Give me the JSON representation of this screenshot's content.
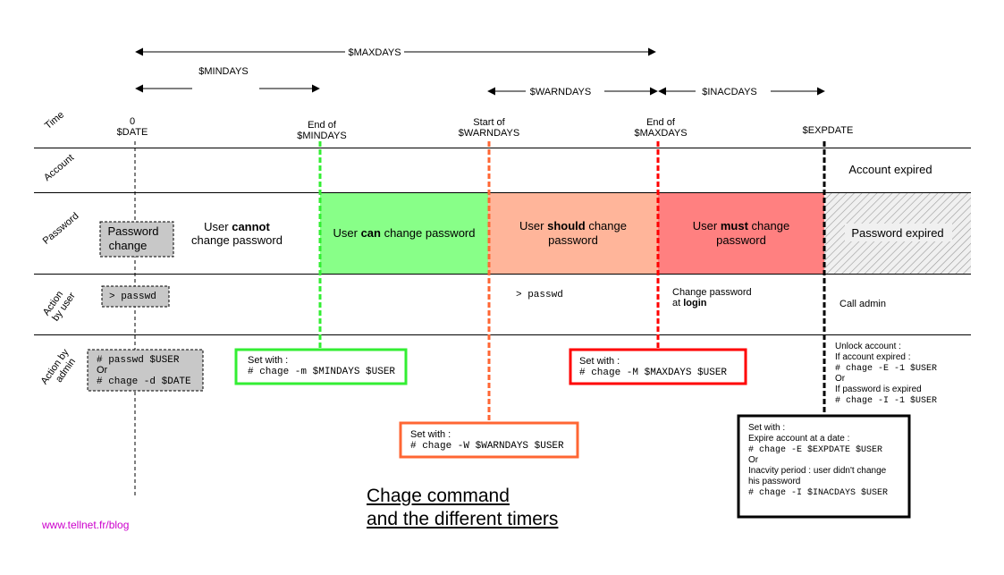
{
  "spans": {
    "maxdays": "$MAXDAYS",
    "mindays": "$MINDAYS",
    "warndays": "$WARNDAYS",
    "inacdays": "$INACDAYS"
  },
  "rows": {
    "time": "Time",
    "account": "Account",
    "password": "Password",
    "action_user": [
      "Action",
      "by user"
    ],
    "action_admin": [
      "Action by",
      "admin"
    ]
  },
  "markers": {
    "date": [
      "0",
      "$DATE"
    ],
    "end_mindays": [
      "End of",
      "$MINDAYS"
    ],
    "start_warndays": [
      "Start of",
      "$WARNDAYS"
    ],
    "end_maxdays": [
      "End of",
      "$MAXDAYS"
    ],
    "expdate": "$EXPDATE"
  },
  "account_expired": "Account expired",
  "password_row": {
    "change_box": [
      "Password",
      "change"
    ],
    "cannot": [
      "User ",
      "cannot",
      "change password"
    ],
    "can": [
      "User ",
      "can",
      " change password"
    ],
    "should": [
      "User ",
      "should",
      " change",
      "password"
    ],
    "must": [
      "User ",
      "must",
      " change",
      "password"
    ],
    "expired": "Password expired"
  },
  "user_actions": {
    "passwd_box": "> passwd",
    "passwd_warn": "> passwd",
    "change_at_login": [
      "Change password",
      "at ",
      "login"
    ],
    "call_admin": "Call admin"
  },
  "admin_actions": {
    "date_box": [
      "# passwd $USER",
      "Or",
      "# chage -d $DATE"
    ],
    "mindays_box": [
      "Set with :",
      "# chage -m $MINDAYS $USER"
    ],
    "warndays_box": [
      "Set with :",
      "# chage -W $WARNDAYS $USER"
    ],
    "maxdays_box": [
      "Set with :",
      "# chage -M $MAXDAYS $USER"
    ],
    "unlock": [
      "Unlock account :",
      "If account expired :",
      "# chage -E -1 $USER",
      "Or",
      "If password is expired",
      "# chage -I -1 $USER"
    ],
    "expire_box": [
      "Set with :",
      "Expire account at a date :",
      "# chage -E $EXPDATE $USER",
      "Or",
      "Inacvity period : user didn't change",
      "his password",
      "# chage -I $INACDAYS $USER"
    ]
  },
  "title": [
    "Chage command",
    "and the different timers"
  ],
  "footer": "www.tellnet.fr/blog",
  "colors": {
    "min_green": "#33ee33",
    "can_fill": "#88ff88",
    "warn_orange": "#ff6633",
    "should_fill": "#ffb59a",
    "max_red": "#ff0000",
    "must_fill": "#ff8080",
    "gray_box": "#c8c8c8",
    "footer_magenta": "#cc00cc"
  }
}
